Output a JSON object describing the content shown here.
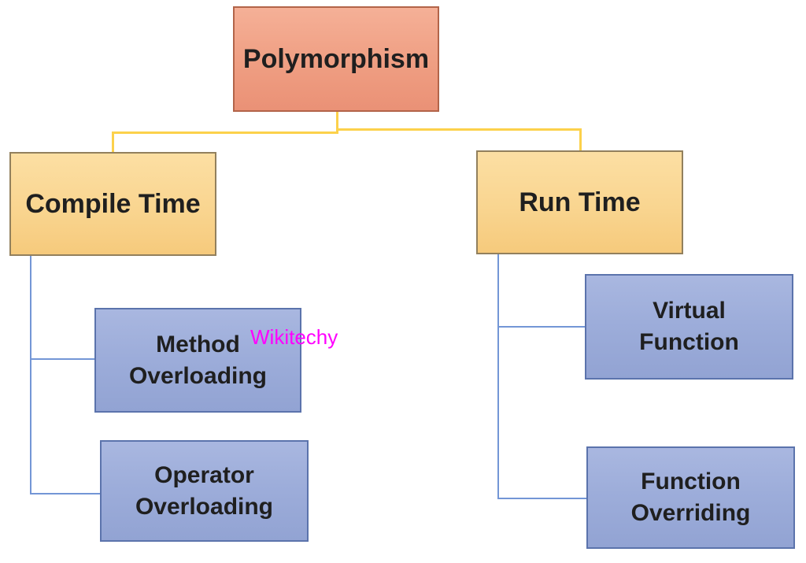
{
  "diagram": {
    "title": "Polymorphism",
    "nodes": {
      "polymorphism": {
        "label": "Polymorphism",
        "fill": "#ef9e82",
        "border": "#b26449"
      },
      "compile_time": {
        "label": "Compile Time",
        "fill": "#f9d590",
        "border": "#92805d"
      },
      "run_time": {
        "label": "Run Time",
        "fill": "#f9d590",
        "border": "#92805d"
      },
      "method_overloading": {
        "label": [
          "Method",
          "Overloading"
        ],
        "fill": "#9dadda",
        "border": "#5b73ac"
      },
      "operator_overloading": {
        "label": [
          "Operator",
          "Overloading"
        ],
        "fill": "#9dadda",
        "border": "#5b73ac"
      },
      "virtual_function": {
        "label": [
          "Virtual",
          "Function"
        ],
        "fill": "#9dadda",
        "border": "#5b73ac"
      },
      "function_overriding": {
        "label": [
          "Function",
          "Overriding"
        ],
        "fill": "#9dadda",
        "border": "#5b73ac"
      }
    },
    "edges": [
      {
        "from": "Polymorphism",
        "to": "Compile Time",
        "color": "#fcd14b"
      },
      {
        "from": "Polymorphism",
        "to": "Run Time",
        "color": "#fcd14b"
      },
      {
        "from": "Compile Time",
        "to": "Method Overloading",
        "color": "#7396d6"
      },
      {
        "from": "Compile Time",
        "to": "Operator Overloading",
        "color": "#7396d6"
      },
      {
        "from": "Run Time",
        "to": "Virtual Function",
        "color": "#7396d6"
      },
      {
        "from": "Run Time",
        "to": "Function Overriding",
        "color": "#7396d6"
      }
    ],
    "watermark": {
      "text": "Wikitechy",
      "color": "#ff00ff"
    }
  }
}
